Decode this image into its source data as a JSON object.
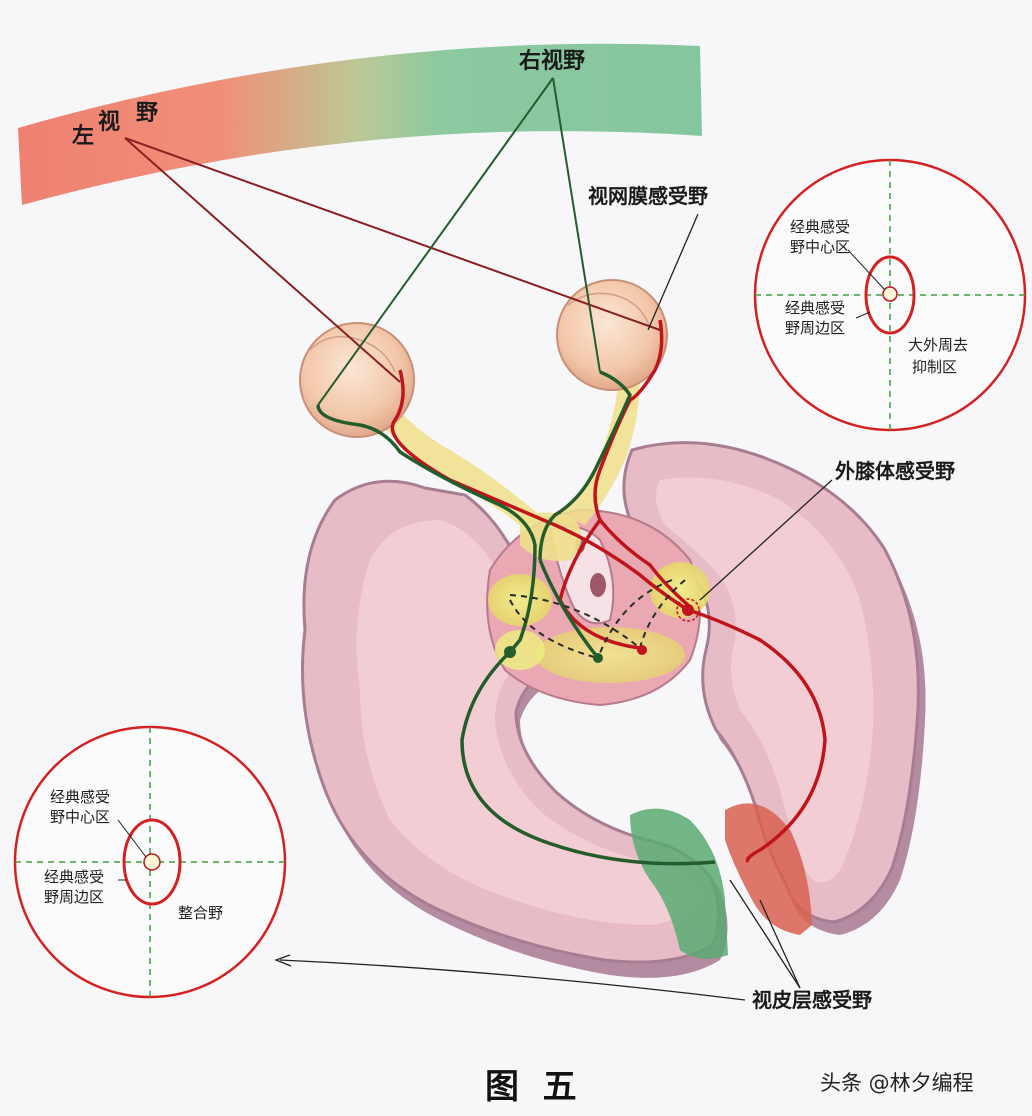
{
  "labels": {
    "left_field_1": "左",
    "left_field_2": "视",
    "left_field_3": "野",
    "right_field": "右视野",
    "retina_rf": "视网膜感受野",
    "lgn_rf": "外膝体感受野",
    "cortex_rf": "视皮层感受野"
  },
  "inset_right": {
    "center_l1": "经典感受",
    "center_l2": "野中心区",
    "periph_l1": "经典感受",
    "periph_l2": "野周边区",
    "outer_l1": "大外周去",
    "outer_l2": "抑制区"
  },
  "inset_left": {
    "center_l1": "经典感受",
    "center_l2": "野中心区",
    "periph_l1": "经典感受",
    "periph_l2": "野周边区",
    "outer": "整合野"
  },
  "caption": "图  五",
  "watermark": "头条 @林夕编程",
  "colors": {
    "left_field": "#ee7e6e",
    "right_field": "#7fc59a",
    "left_pathway": "#c0141c",
    "right_pathway": "#245c2c",
    "brain": "#e8bcc6",
    "inset_ring": "#d42020"
  }
}
